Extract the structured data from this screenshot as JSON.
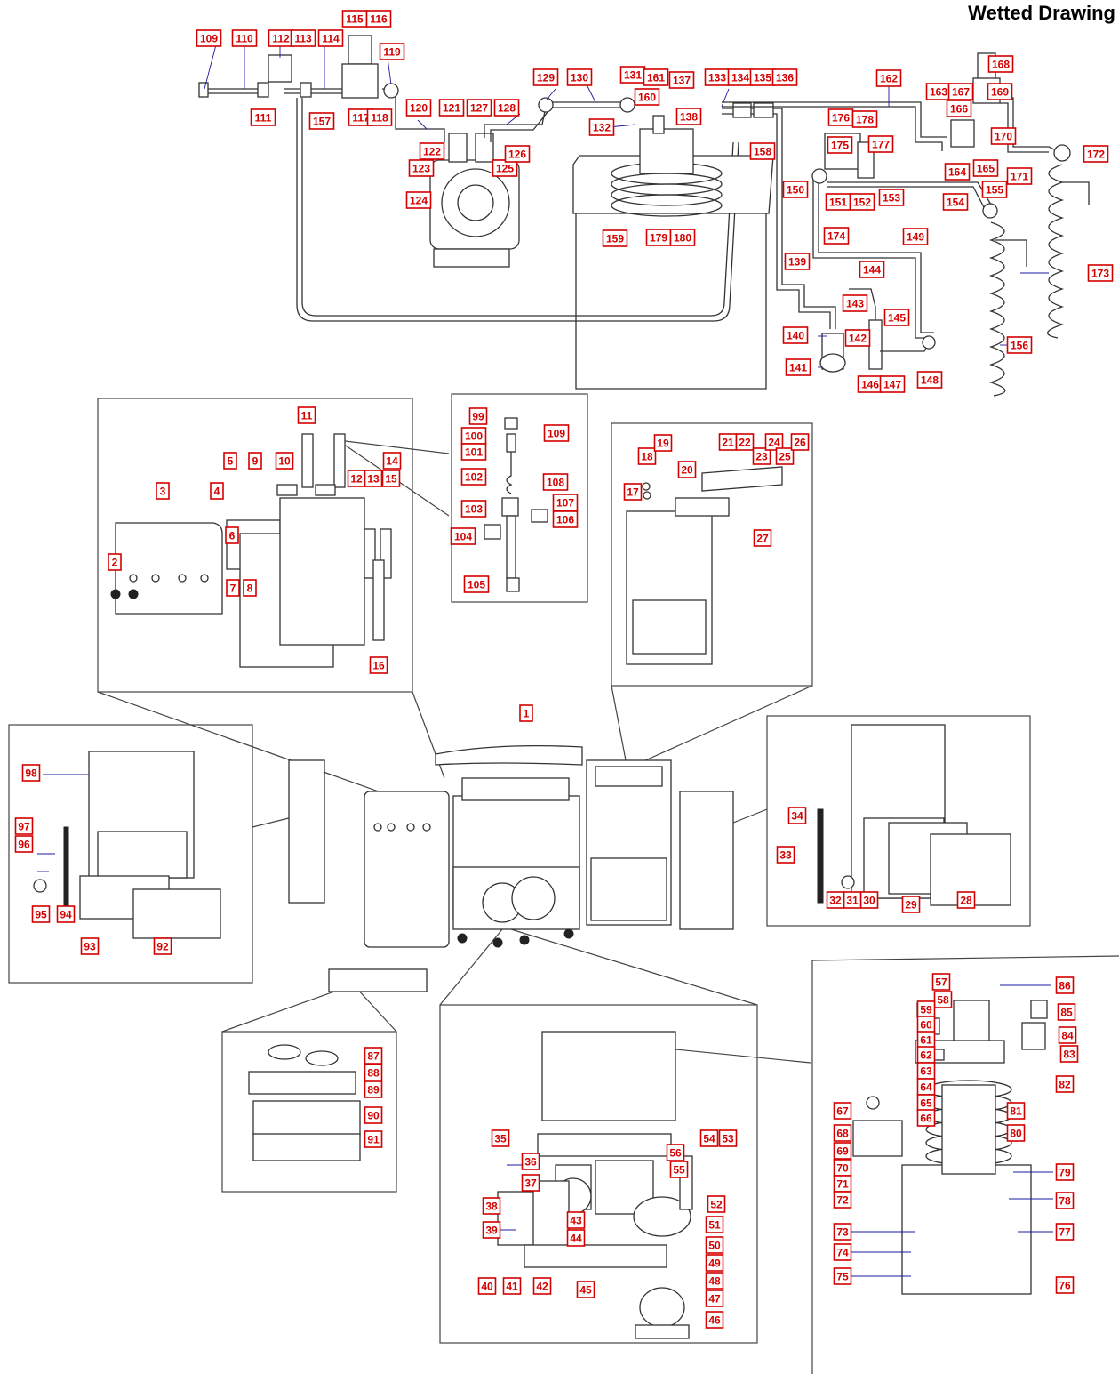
{
  "title": "Wetted Drawing",
  "labels": [
    "1",
    "2",
    "3",
    "4",
    "5",
    "6",
    "7",
    "8",
    "9",
    "10",
    "11",
    "12",
    "13",
    "14",
    "15",
    "16",
    "17",
    "18",
    "19",
    "20",
    "21",
    "22",
    "23",
    "24",
    "25",
    "26",
    "27",
    "28",
    "29",
    "30",
    "31",
    "32",
    "33",
    "34",
    "35",
    "36",
    "37",
    "38",
    "39",
    "40",
    "41",
    "42",
    "43",
    "44",
    "45",
    "46",
    "47",
    "48",
    "49",
    "50",
    "51",
    "52",
    "53",
    "54",
    "55",
    "56",
    "57",
    "58",
    "59",
    "60",
    "61",
    "62",
    "63",
    "64",
    "65",
    "66",
    "67",
    "68",
    "69",
    "70",
    "71",
    "72",
    "73",
    "74",
    "75",
    "76",
    "77",
    "78",
    "79",
    "80",
    "81",
    "82",
    "83",
    "84",
    "85",
    "86",
    "87",
    "88",
    "89",
    "90",
    "91",
    "92",
    "93",
    "94",
    "95",
    "96",
    "97",
    "98",
    "99",
    "100",
    "101",
    "102",
    "103",
    "104",
    "105",
    "106",
    "107",
    "108",
    "109",
    "110",
    "111",
    "112",
    "113",
    "114",
    "115",
    "116",
    "117",
    "118",
    "119",
    "120",
    "121",
    "122",
    "123",
    "124",
    "125",
    "126",
    "127",
    "128",
    "129",
    "130",
    "131",
    "132",
    "133",
    "134",
    "135",
    "136",
    "137",
    "138",
    "139",
    "140",
    "141",
    "142",
    "143",
    "144",
    "145",
    "146",
    "147",
    "148",
    "149",
    "150",
    "151",
    "152",
    "153",
    "154",
    "155",
    "156",
    "157",
    "158",
    "159",
    "160",
    "161",
    "162",
    "163",
    "164",
    "165",
    "166",
    "167",
    "168",
    "169",
    "170",
    "171",
    "172",
    "173",
    "174",
    "175",
    "176",
    "177",
    "178",
    "179",
    "180"
  ]
}
